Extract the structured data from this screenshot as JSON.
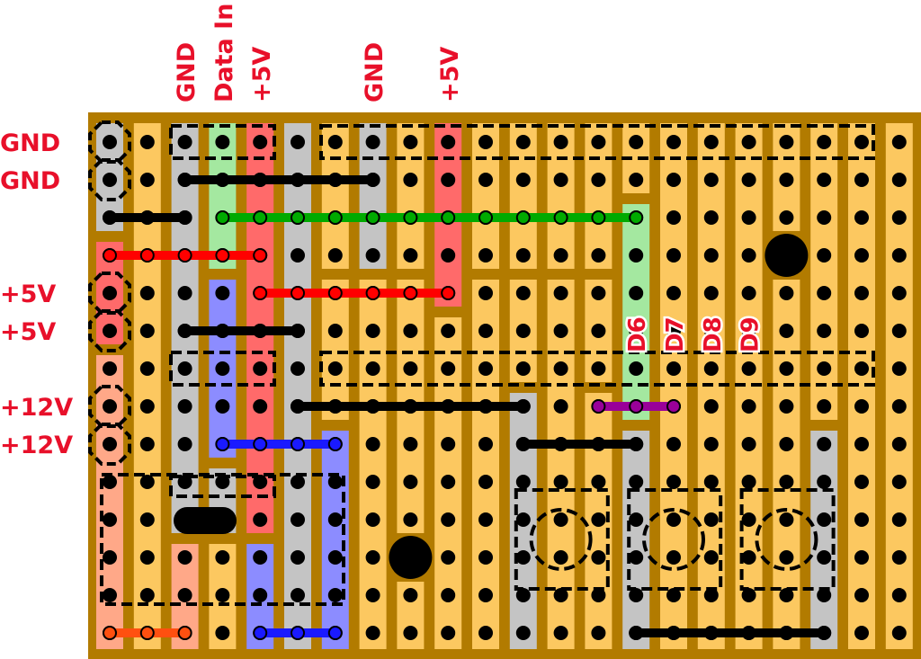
{
  "left_labels": [
    "GND",
    "GND",
    "+5V",
    "+5V",
    "+12V",
    "+12V"
  ],
  "top_labels": [
    "GND",
    "Data In",
    "+5V",
    "GND",
    "+5V"
  ],
  "pin_labels": [
    "D6",
    "D7",
    "D8",
    "D9"
  ],
  "colors": {
    "board": "#b27b00",
    "strip": "#fcc860",
    "gnd": "#c4c4c4",
    "data": "#a4e8a0",
    "v5": "#ff6a6a",
    "v12": "#ffa888",
    "blue": "#8c8cff",
    "label": "#e8102a"
  }
}
